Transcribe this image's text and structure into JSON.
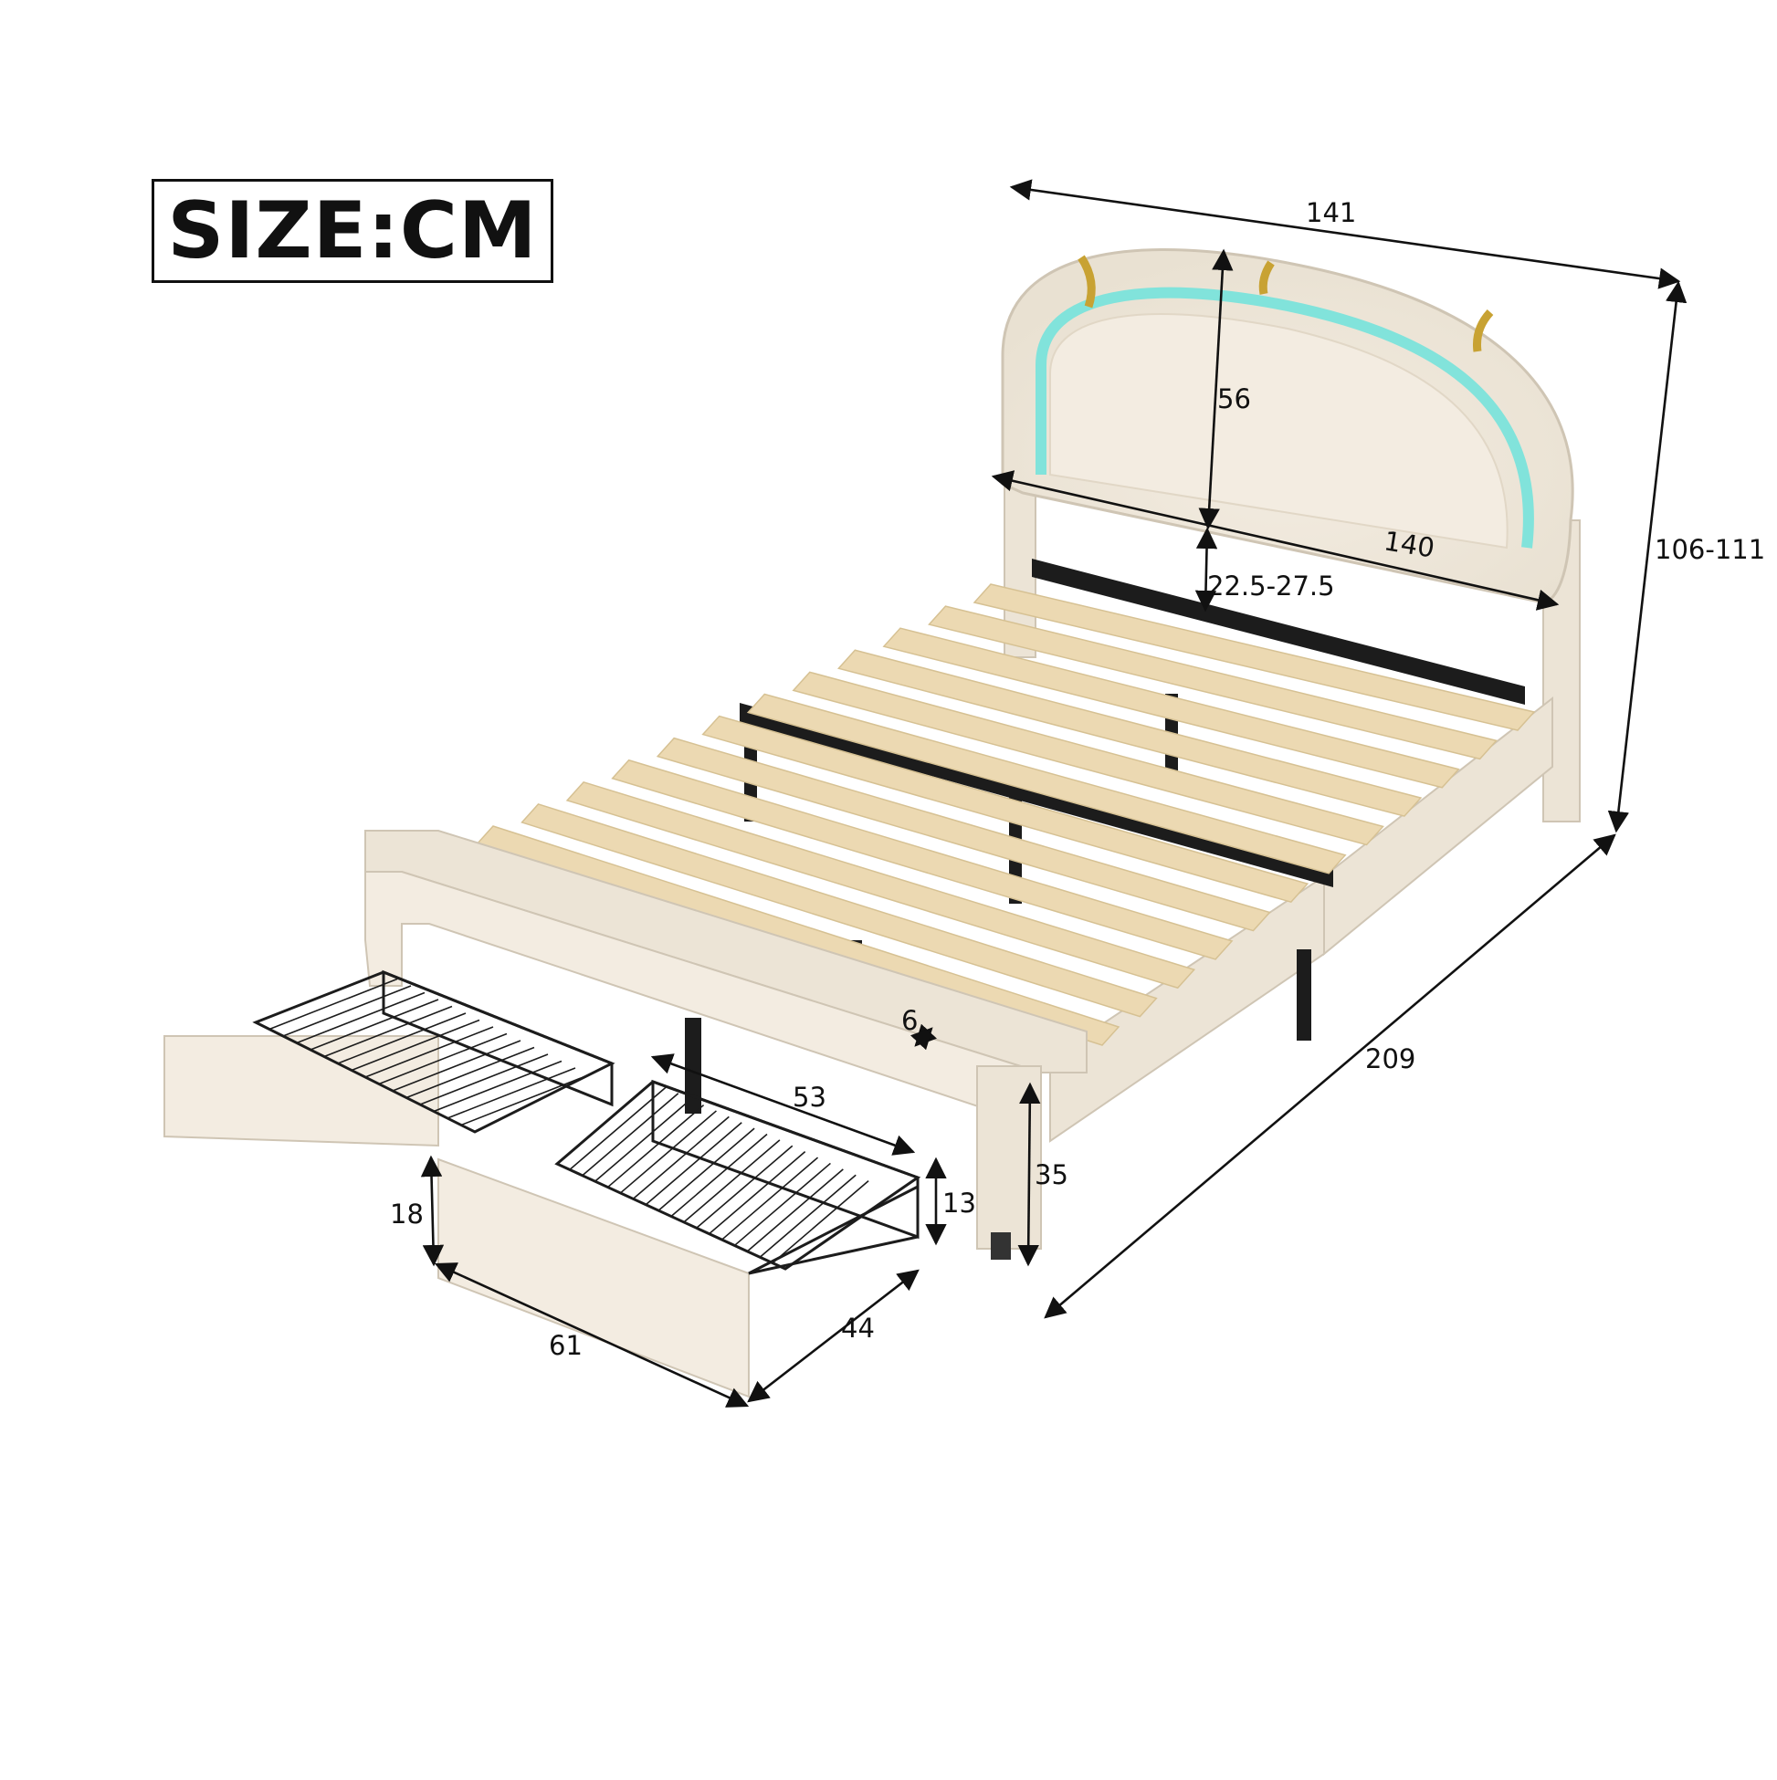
{
  "badge": {
    "label": "SIZE:CM"
  },
  "dimensions": {
    "overall_width": "141",
    "overall_height": "106-111",
    "overall_length": "209",
    "headboard_height": "56",
    "headboard_width": "140",
    "headboard_adjust": "22.5-27.5",
    "slat_width": "6",
    "bed_height": "35",
    "drawer_inner_width": "53",
    "drawer_inner_height": "13",
    "drawer_height": "18",
    "drawer_length": "61",
    "drawer_depth": "44"
  },
  "colors": {
    "upholstery": "#f3ece1",
    "upholstery_shade": "#ddd3c3",
    "slat_wood": "#ecd9b2",
    "metal_frame": "#1c1c1c",
    "led_glow": "#6fe3dc",
    "gold_trim": "#c8a233"
  }
}
